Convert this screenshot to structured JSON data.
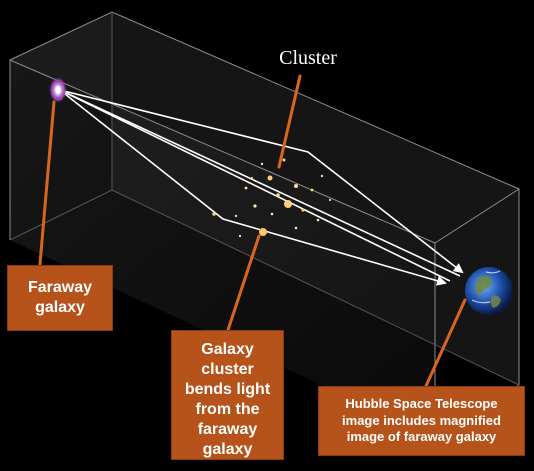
{
  "title_cluster": "Cluster",
  "labels": {
    "faraway_galaxy": [
      "Faraway",
      "galaxy"
    ],
    "cluster_bends_light": [
      "Galaxy",
      "cluster",
      "bends light",
      "from the",
      "faraway",
      "galaxy"
    ],
    "hubble": [
      "Hubble Space Telescope",
      "image includes magnified",
      "image of faraway galaxy"
    ]
  },
  "colors": {
    "label_fill": "#b5531b",
    "pointer": "#d9661f",
    "light_ray": "#ffffff",
    "box_edge": "#8d8d8d"
  }
}
